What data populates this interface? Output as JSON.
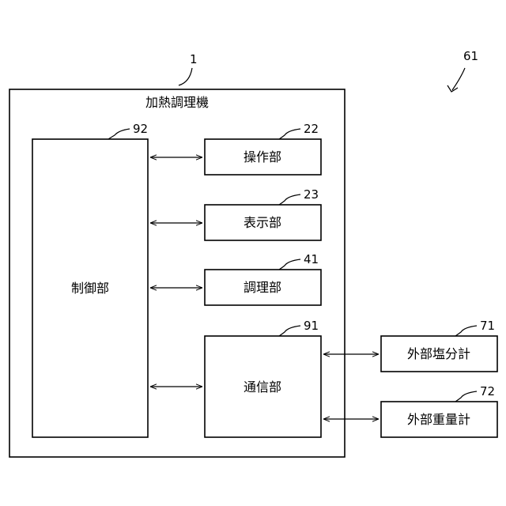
{
  "figure_ref": "61",
  "outer": {
    "ref": "1",
    "title": "加熱調理機"
  },
  "blocks": {
    "control": {
      "ref": "92",
      "label": "制御部"
    },
    "operation": {
      "ref": "22",
      "label": "操作部"
    },
    "display": {
      "ref": "23",
      "label": "表示部"
    },
    "cooking": {
      "ref": "41",
      "label": "調理部"
    },
    "communication": {
      "ref": "91",
      "label": "通信部"
    },
    "salt_meter": {
      "ref": "71",
      "label": "外部塩分計"
    },
    "weight_scale": {
      "ref": "72",
      "label": "外部重量計"
    }
  }
}
